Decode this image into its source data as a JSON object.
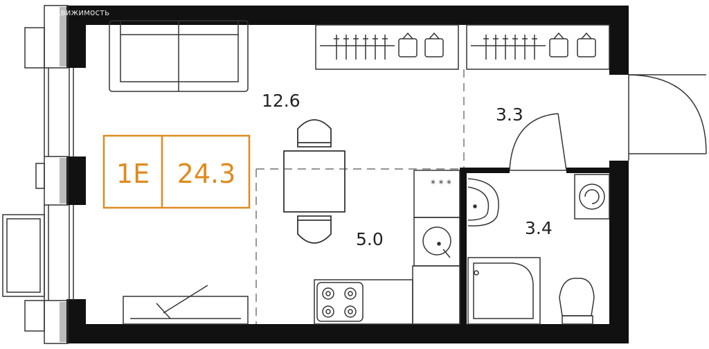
{
  "watermark": {
    "text": "недвижимость"
  },
  "apartment": {
    "type": "1E",
    "total_area": "24.3"
  },
  "rooms": [
    {
      "id": "living",
      "area": "12.6"
    },
    {
      "id": "hall",
      "area": "3.3"
    },
    {
      "id": "kitchen",
      "area": "5.0"
    },
    {
      "id": "bathroom",
      "area": "3.4"
    }
  ],
  "colors": {
    "accent": "#e08a1e",
    "wall": "#111111",
    "line": "#444444"
  }
}
